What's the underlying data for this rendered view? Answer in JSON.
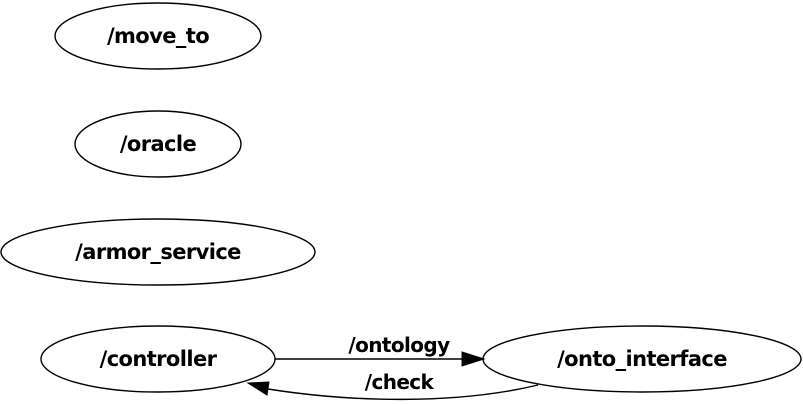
{
  "nodes": {
    "move_to": {
      "label": "/move_to"
    },
    "oracle": {
      "label": "/oracle"
    },
    "armor_service": {
      "label": "/armor_service"
    },
    "controller": {
      "label": "/controller"
    },
    "onto_interface": {
      "label": "/onto_interface"
    }
  },
  "edges": {
    "ontology": {
      "label": "/ontology",
      "from": "/controller",
      "to": "/onto_interface"
    },
    "check": {
      "label": "/check",
      "from": "/onto_interface",
      "to": "/controller"
    }
  }
}
